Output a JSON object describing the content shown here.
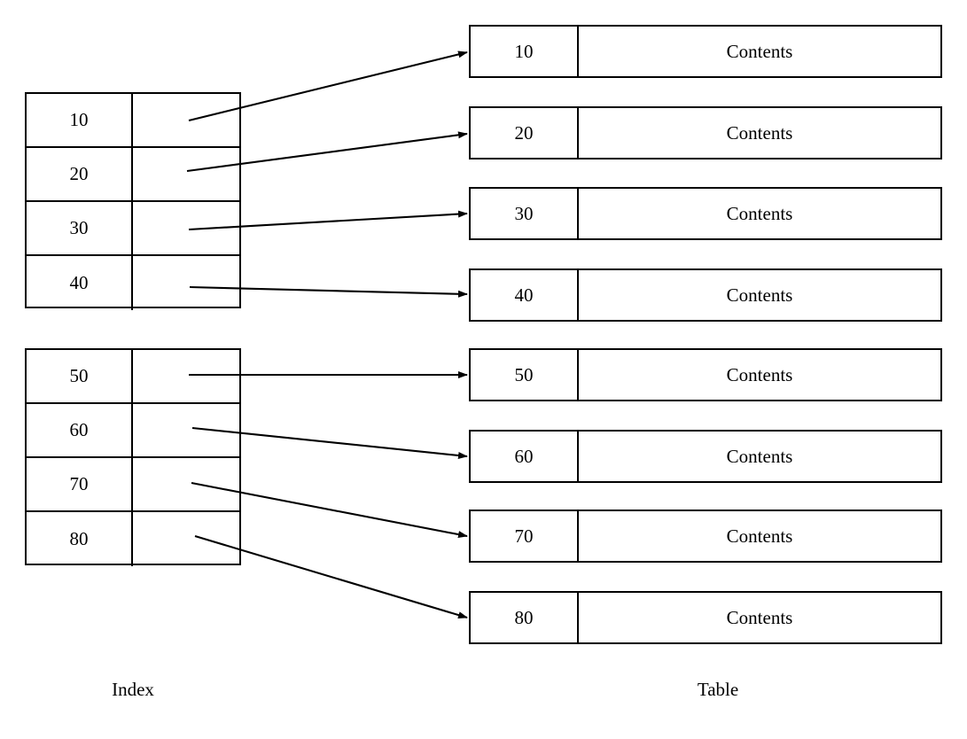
{
  "diagram": {
    "title_index": "Index",
    "title_table": "Table",
    "stroke_color": "#000000",
    "background_color": "#ffffff",
    "index_blocks": [
      {
        "name": "index-block-1",
        "rows": [
          {
            "key": "10"
          },
          {
            "key": "20"
          },
          {
            "key": "30"
          },
          {
            "key": "40"
          }
        ]
      },
      {
        "name": "index-block-2",
        "rows": [
          {
            "key": "50"
          },
          {
            "key": "60"
          },
          {
            "key": "70"
          },
          {
            "key": "80"
          }
        ]
      }
    ],
    "table_rows": [
      {
        "key": "10",
        "contents": "Contents"
      },
      {
        "key": "20",
        "contents": "Contents"
      },
      {
        "key": "30",
        "contents": "Contents"
      },
      {
        "key": "40",
        "contents": "Contents"
      },
      {
        "key": "50",
        "contents": "Contents"
      },
      {
        "key": "60",
        "contents": "Contents"
      },
      {
        "key": "70",
        "contents": "Contents"
      },
      {
        "key": "80",
        "contents": "Contents"
      }
    ],
    "pointers": [
      {
        "from_key": "10",
        "to_key": "10"
      },
      {
        "from_key": "20",
        "to_key": "20"
      },
      {
        "from_key": "30",
        "to_key": "30"
      },
      {
        "from_key": "40",
        "to_key": "40"
      },
      {
        "from_key": "50",
        "to_key": "50"
      },
      {
        "from_key": "60",
        "to_key": "60"
      },
      {
        "from_key": "70",
        "to_key": "70"
      },
      {
        "from_key": "80",
        "to_key": "80"
      }
    ]
  }
}
